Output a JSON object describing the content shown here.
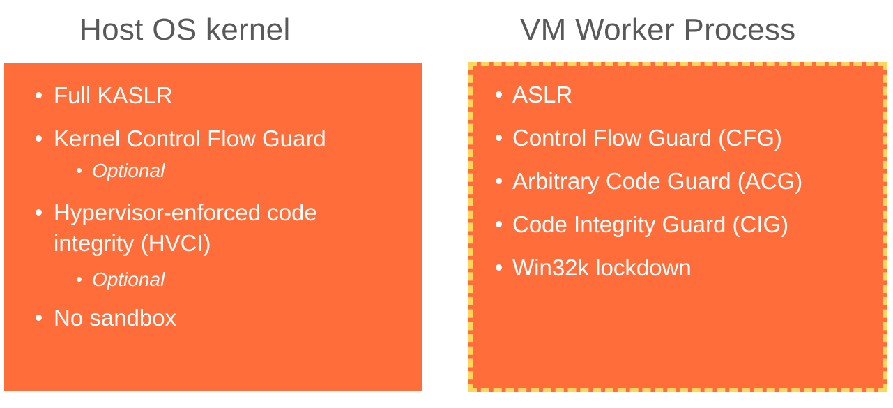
{
  "left_panel": {
    "title": "Host OS kernel",
    "items": [
      {
        "text": "Full KASLR",
        "level": 0
      },
      {
        "text": "Kernel Control Flow Guard",
        "level": 0
      },
      {
        "text": "Optional",
        "level": 1
      },
      {
        "text": "Hypervisor-enforced code integrity (HVCI)",
        "level": 0
      },
      {
        "text": "Optional",
        "level": 1
      },
      {
        "text": "No sandbox",
        "level": 0
      }
    ]
  },
  "right_panel": {
    "title": "VM Worker Process",
    "items": [
      {
        "text": "ASLR",
        "level": 0
      },
      {
        "text": "Control Flow Guard (CFG)",
        "level": 0
      },
      {
        "text": "Arbitrary Code Guard (ACG)",
        "level": 0
      },
      {
        "text": "Code Integrity Guard (CIG)",
        "level": 0
      },
      {
        "text": "Win32k lockdown",
        "level": 0
      }
    ]
  },
  "colors": {
    "panel_fill": "#ff6d3b",
    "dashed_border": "#ffd55c",
    "title_text": "#595959",
    "item_text": "#ffffff"
  }
}
